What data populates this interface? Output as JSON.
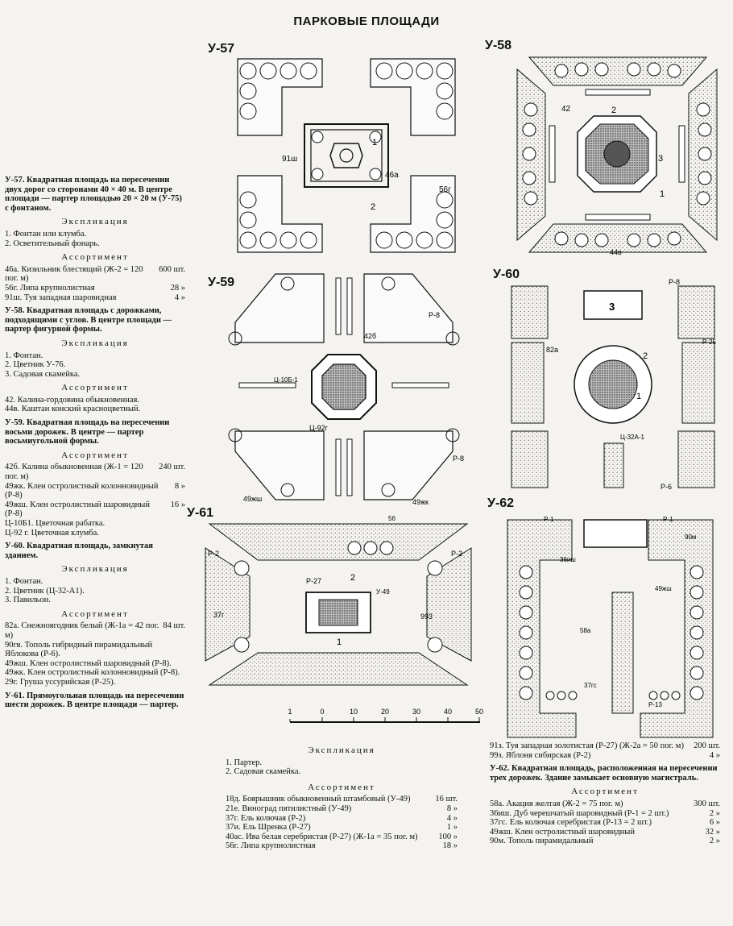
{
  "page_title": "ПАРКОВЫЕ ПЛОЩАДИ",
  "plans": {
    "u57": {
      "label": "У-57",
      "callouts": [
        "1",
        "2",
        "91ш",
        "46а",
        "56г"
      ]
    },
    "u58": {
      "label": "У-58",
      "callouts": [
        "42",
        "2",
        "3",
        "1",
        "44в"
      ]
    },
    "u59": {
      "label": "У-59",
      "callouts": [
        "Р-8",
        "42б",
        "Ц-10Б-1",
        "Ц-92г",
        "Р-8",
        "49жш",
        "49жк"
      ]
    },
    "u60": {
      "label": "У-60",
      "callouts": [
        "Р-8",
        "3",
        "82а",
        "Р-25",
        "2",
        "1",
        "Ц-32А-1",
        "Р-6"
      ]
    },
    "u61": {
      "label": "У-61",
      "callouts": [
        "56",
        "Р-2",
        "Р-2",
        "Р-27",
        "2",
        "У-49",
        "37г",
        "993",
        "1"
      ]
    },
    "u62": {
      "label": "У-62",
      "callouts": [
        "Р-1",
        "Р-1",
        "90м",
        "36иш",
        "49жш",
        "58а",
        "37гс",
        "Р-13"
      ]
    }
  },
  "scale_bar": {
    "ticks": [
      "1",
      "0",
      "10",
      "20",
      "30",
      "40",
      "50"
    ]
  },
  "left": {
    "u57_desc": "У-57. Квадратная площадь на пересечении двух дорог со сторонами 40 × 40 м. В центре площади — партер площадью 20 × 20 м (У-75) с фонтаном.",
    "u57_expl_h": "Экспликация",
    "u57_expl": [
      "1. Фонтан или клумба.",
      "2. Осветительный фонарь."
    ],
    "u57_assort_h": "Ассортимент",
    "u57_assort": [
      {
        "lbl": "46а. Кизильник блестящий (Ж-2 = 120 пог. м)",
        "num": "600 шт."
      },
      {
        "lbl": "56г. Липа крупнолистная",
        "num": "28 »"
      },
      {
        "lbl": "91ш. Туя западная шаровидная",
        "num": "4 »"
      }
    ],
    "u58_desc": "У-58. Квадратная площадь с дорожками, подходящими с углов. В центре площади — партер фигурной формы.",
    "u58_expl_h": "Экспликация",
    "u58_expl": [
      "1. Фонтан.",
      "2. Цветник У-76.",
      "3. Садовая скамейка."
    ],
    "u58_assort_h": "Ассортимент",
    "u58_assort": [
      {
        "lbl": "42. Калина-гордовина обыкновенная.",
        "num": ""
      },
      {
        "lbl": "44в. Каштан конский красноцветный.",
        "num": ""
      }
    ],
    "u59_desc": "У-59. Квадратная площадь на пересечении восьми дорожек. В центре — партер восьмиугольной формы.",
    "u59_assort_h": "Ассортимент",
    "u59_assort": [
      {
        "lbl": "42б. Калина обыкновенная (Ж-1 = 120 пог. м)",
        "num": "240 шт."
      },
      {
        "lbl": "49жк. Клен остролистный колонновидный (Р-8)",
        "num": "8 »"
      },
      {
        "lbl": "49жш. Клен остролистный шаровидный (Р-8)",
        "num": "16 »"
      },
      {
        "lbl": "Ц-10Б1. Цветочная рабатка.",
        "num": ""
      },
      {
        "lbl": "Ц-92 г. Цветочная клумба.",
        "num": ""
      }
    ],
    "u60_desc": "У-60. Квадратная площадь, замкнутая зданием.",
    "u60_expl_h": "Экспликация",
    "u60_expl": [
      "1. Фонтан.",
      "2. Цветник (Ц-32-А1).",
      "3. Павильон."
    ],
    "u60_assort_h": "Ассортимент",
    "u60_assort": [
      {
        "lbl": "82а. Снежноягодник белый (Ж-1а = 42 пог. м)",
        "num": "84 шт."
      },
      {
        "lbl": "90гя. Тополь гибридный пирамидальный Яблокова (Р-6).",
        "num": ""
      },
      {
        "lbl": "49жш. Клен остролистный шаровидный (Р-8).",
        "num": ""
      },
      {
        "lbl": "49жк. Клен остролистный колонновидный (Р-8).",
        "num": ""
      },
      {
        "lbl": "29г. Груша уссурийская (Р-25).",
        "num": ""
      }
    ],
    "u61_desc": "У-61. Прямоугольная площадь на пересечении шести дорожек. В центре площади — партер."
  },
  "middle": {
    "expl_h": "Экспликация",
    "expl": [
      "1. Партер.",
      "2. Садовая скамейка."
    ],
    "assort_h": "Ассортимент",
    "assort": [
      {
        "lbl": "18д. Боярышник обыкновенный штамбовый (У-49)",
        "num": "16 шт."
      },
      {
        "lbl": "21е. Виноград пятилистный (У-49)",
        "num": "8 »"
      },
      {
        "lbl": "37г. Ель колючая (Р-2)",
        "num": "4 »"
      },
      {
        "lbl": "37и. Ель Шренка (Р-27)",
        "num": "1 »"
      },
      {
        "lbl": "40ас. Ива белая серебристая (Р-27) (Ж-1а = 35 пог. м)",
        "num": "100 »"
      },
      {
        "lbl": "56г. Липа крупнолистная",
        "num": "18 »"
      }
    ]
  },
  "right": {
    "top": [
      {
        "lbl": "91з. Туя западная золотистая (Р-27) (Ж-2а = 50 пог. м)",
        "num": "200 шт."
      },
      {
        "lbl": "99з. Яблоня сибирская (Р-2)",
        "num": "4 »"
      }
    ],
    "u62_desc": "У-62. Квадратная площадь, расположенная на пересечении трех дорожек. Здание замыкает основную магистраль.",
    "u62_assort_h": "Ассортимент",
    "u62_assort": [
      {
        "lbl": "58а. Акация желтая (Ж-2 = 75 пог. м)",
        "num": "300 шт."
      },
      {
        "lbl": "36иш. Дуб черешчатый шаровидный (Р-1 = 2 шт.)",
        "num": "2 »"
      },
      {
        "lbl": "37гс. Ель колючая серебристая (Р-13 = 2 шт.)",
        "num": "6 »"
      },
      {
        "lbl": "49жш. Клен остролистный шаровидный",
        "num": "32 »"
      },
      {
        "lbl": "90м. Тополь пирамидальный",
        "num": "2 »"
      }
    ]
  }
}
